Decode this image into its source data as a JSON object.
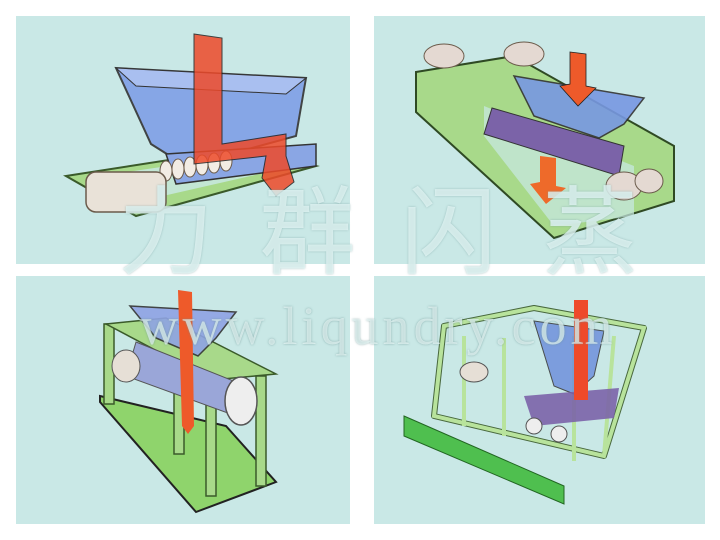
{
  "figure": {
    "panels": [
      {
        "id": "screw-feeder",
        "description": "Screw feeder with hopper and drive motor on green base frame"
      },
      {
        "id": "belt-agitator-feeder",
        "description": "Twin motor feeder with blue hopper and purple belt on green frame"
      },
      {
        "id": "elevated-screw-feeder",
        "description": "Elevated screw conveyor with hopper on green stand"
      },
      {
        "id": "rail-frame-feeder",
        "description": "Framed feeder on rails with hopper and belt"
      }
    ],
    "colors": {
      "background": "#c9e8e6",
      "frame_green": "#9fd67f",
      "hopper_blue": "#7a9be0",
      "flow_arrow": "#ee4a2a",
      "belt_purple": "#7b63a8"
    }
  },
  "watermark": {
    "chinese": [
      "力",
      "群",
      "闪",
      "蒸"
    ],
    "url": "www.liqundry.com"
  }
}
